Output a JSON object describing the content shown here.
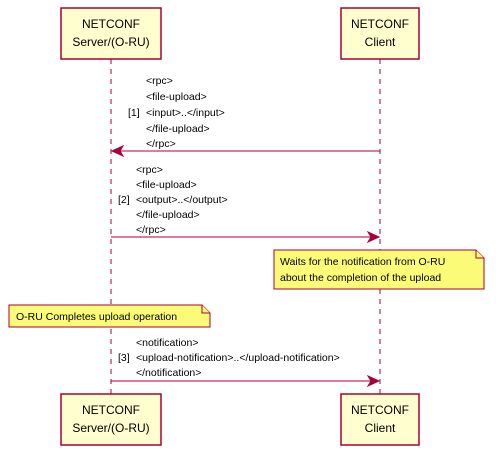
{
  "participants": [
    {
      "id": "server",
      "lines": [
        "NETCONF",
        "Server/(O-RU)"
      ]
    },
    {
      "id": "client",
      "lines": [
        "NETCONF",
        "Client"
      ]
    }
  ],
  "messages": [
    {
      "number": "[1]",
      "from": "client",
      "to": "server",
      "lines": [
        "<rpc>",
        "<file-upload>",
        "<input>..</input>",
        "</file-upload>",
        "</rpc>"
      ]
    },
    {
      "number": "[2]",
      "from": "server",
      "to": "client",
      "lines": [
        "<rpc>",
        "<file-upload>",
        "<output>..</output>",
        "</file-upload>",
        "</rpc>"
      ]
    },
    {
      "number": "[3]",
      "from": "server",
      "to": "client",
      "lines": [
        "<notification>",
        "<upload-notification>..</upload-notification>",
        "</notification>"
      ]
    }
  ],
  "notes": [
    {
      "over": "client",
      "lines": [
        "Waits for the notification from O-RU",
        "about the completion of the upload"
      ]
    },
    {
      "over": "server",
      "lines": [
        "O-RU Completes upload operation"
      ]
    }
  ],
  "colors": {
    "participant_fill": "#FEFECE",
    "border": "#A80036",
    "note_fill": "#FBFB77"
  }
}
